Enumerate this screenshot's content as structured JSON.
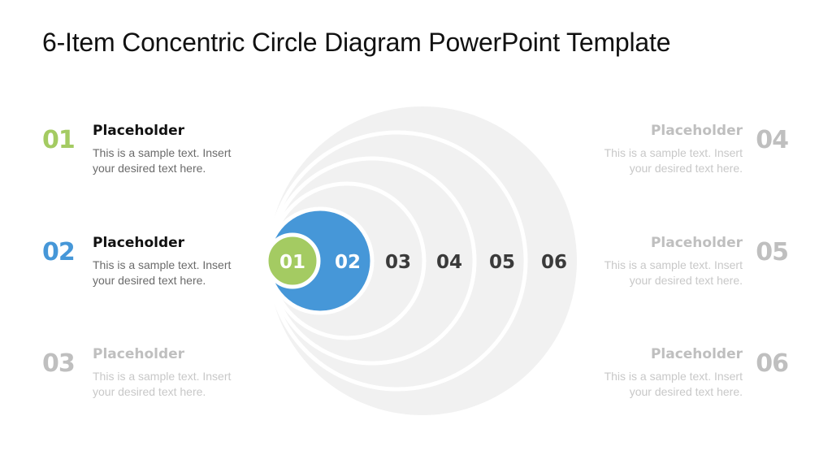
{
  "title": "6-Item Concentric Circle Diagram PowerPoint Template",
  "colors": {
    "green": "#a4cb62",
    "blue": "#4697d8",
    "ring": "#f1f1f1",
    "ring_gap": "#ffffff",
    "inactive": "#bfbfbf",
    "ring_label": "#3a3a3a"
  },
  "items": [
    {
      "number": "01",
      "heading": "Placeholder",
      "body": "This is a sample text. Insert your desired text here.",
      "side": "left",
      "state": "active",
      "color": "#a4cb62"
    },
    {
      "number": "02",
      "heading": "Placeholder",
      "body": "This is a sample text. Insert your desired text here.",
      "side": "left",
      "state": "active",
      "color": "#4697d8"
    },
    {
      "number": "03",
      "heading": "Placeholder",
      "body": "This is a sample text. Insert your desired text here.",
      "side": "left",
      "state": "inactive",
      "color": "#bfbfbf"
    },
    {
      "number": "04",
      "heading": "Placeholder",
      "body": "This is a sample text. Insert your desired text here.",
      "side": "right",
      "state": "inactive",
      "color": "#bfbfbf"
    },
    {
      "number": "05",
      "heading": "Placeholder",
      "body": "This is a sample text. Insert your desired text here.",
      "side": "right",
      "state": "inactive",
      "color": "#bfbfbf"
    },
    {
      "number": "06",
      "heading": "Placeholder",
      "body": "This is a sample text. Insert your desired text here.",
      "side": "right",
      "state": "inactive",
      "color": "#bfbfbf"
    }
  ],
  "circles": [
    {
      "label": "06",
      "fill": "#f1f1f1",
      "label_color": "#3a3a3a"
    },
    {
      "label": "05",
      "fill": "#f1f1f1",
      "label_color": "#3a3a3a"
    },
    {
      "label": "04",
      "fill": "#f1f1f1",
      "label_color": "#3a3a3a"
    },
    {
      "label": "03",
      "fill": "#f1f1f1",
      "label_color": "#3a3a3a"
    },
    {
      "label": "02",
      "fill": "#4697d8",
      "label_color": "#ffffff"
    },
    {
      "label": "01",
      "fill": "#a4cb62",
      "label_color": "#ffffff"
    }
  ]
}
